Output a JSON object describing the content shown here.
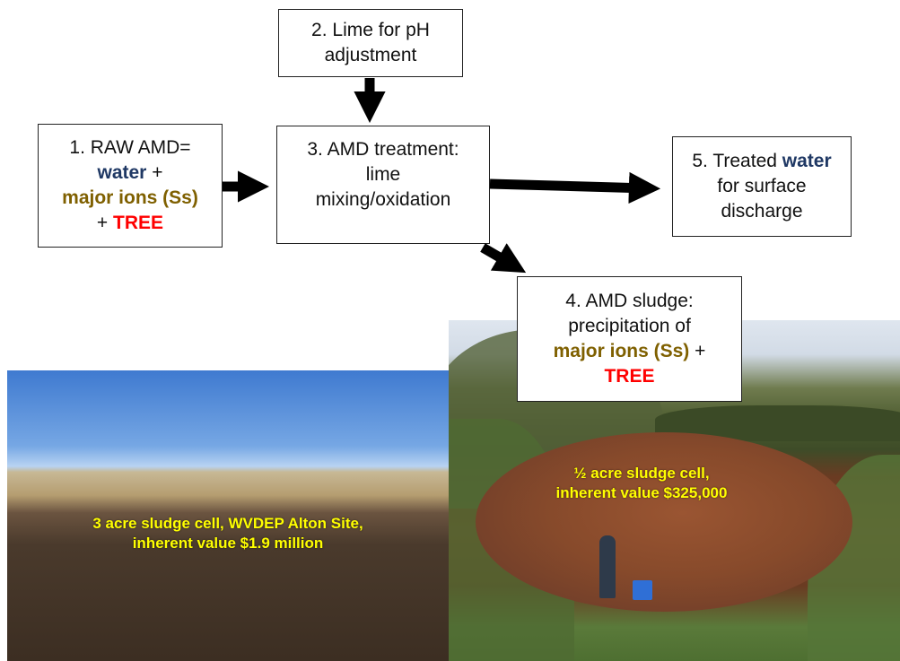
{
  "boxes": {
    "raw_amd": {
      "line1": "1.  RAW AMD=",
      "water": "water",
      "plus1": " +",
      "major_ions": "major ions (Ss)",
      "plus2": "+ ",
      "tree": "TREE"
    },
    "lime": {
      "line1": "2. Lime for pH",
      "line2": "adjustment"
    },
    "treatment": {
      "line1": "3. AMD treatment:",
      "line2": "lime",
      "line3": "mixing/oxidation"
    },
    "sludge": {
      "line1": "4. AMD sludge:",
      "line2": "precipitation of",
      "major_ions": "major ions (Ss)",
      "plus": " +",
      "tree": "TREE"
    },
    "treated": {
      "prefix": "5. Treated ",
      "water": "water",
      "line2": "for surface",
      "line3": "discharge"
    }
  },
  "photos": {
    "left_caption_line1": "3 acre sludge cell, WVDEP Alton Site,",
    "left_caption_line2": "inherent value $1.9 million",
    "right_caption_line1": "½ acre sludge cell,",
    "right_caption_line2": "inherent value $325,000"
  },
  "colors": {
    "water": "#1f3864",
    "major_ions": "#7f6000",
    "tree": "#ff0000",
    "caption": "#ffff00"
  }
}
